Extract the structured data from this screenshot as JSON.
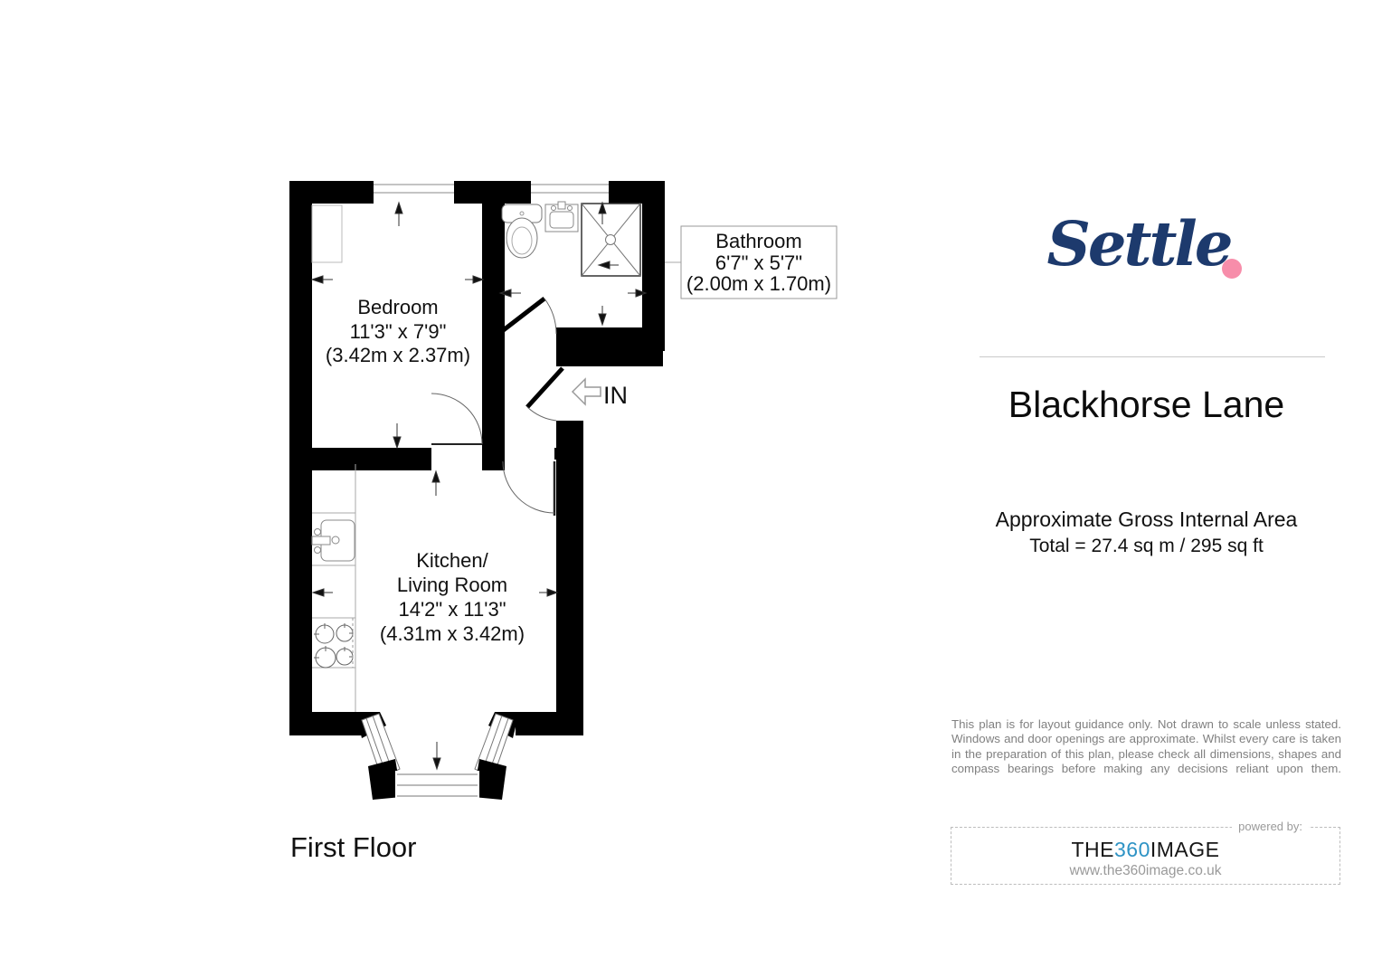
{
  "plan": {
    "floor_label": "First Floor",
    "entrance_label": "IN",
    "rooms": {
      "bedroom": {
        "name": "Bedroom",
        "imperial": "11'3\" x 7'9\"",
        "metric": "(3.42m x 2.37m)"
      },
      "bathroom": {
        "name": "Bathroom",
        "imperial": "6'7\" x 5'7\"",
        "metric": "(2.00m x 1.70m)"
      },
      "kitchen": {
        "name_line1": "Kitchen/",
        "name_line2": "Living Room",
        "imperial": "14'2\" x 11'3\"",
        "metric": "(4.31m x 3.42m)"
      }
    }
  },
  "panel": {
    "brand": "Settle",
    "property_title": "Blackhorse Lane",
    "area_heading": "Approximate Gross Internal Area",
    "area_total": "Total = 27.4 sq m / 295 sq ft",
    "disclaimer": "This plan is for layout guidance only. Not drawn to scale unless stated. Windows and door openings are approximate. Whilst every care is taken in the preparation of this plan, please check all dimensions, shapes and compass bearings before making any decisions reliant upon them.",
    "powered_by": "powered by:",
    "vendor_the": "THE",
    "vendor_360": "360",
    "vendor_image": "IMAGE",
    "vendor_url": "www.the360image.co.uk"
  },
  "colors": {
    "wall": "#000000",
    "brand_navy": "#1d3a6d",
    "brand_pink": "#f78daa",
    "vendor_blue": "#2e93c5"
  }
}
